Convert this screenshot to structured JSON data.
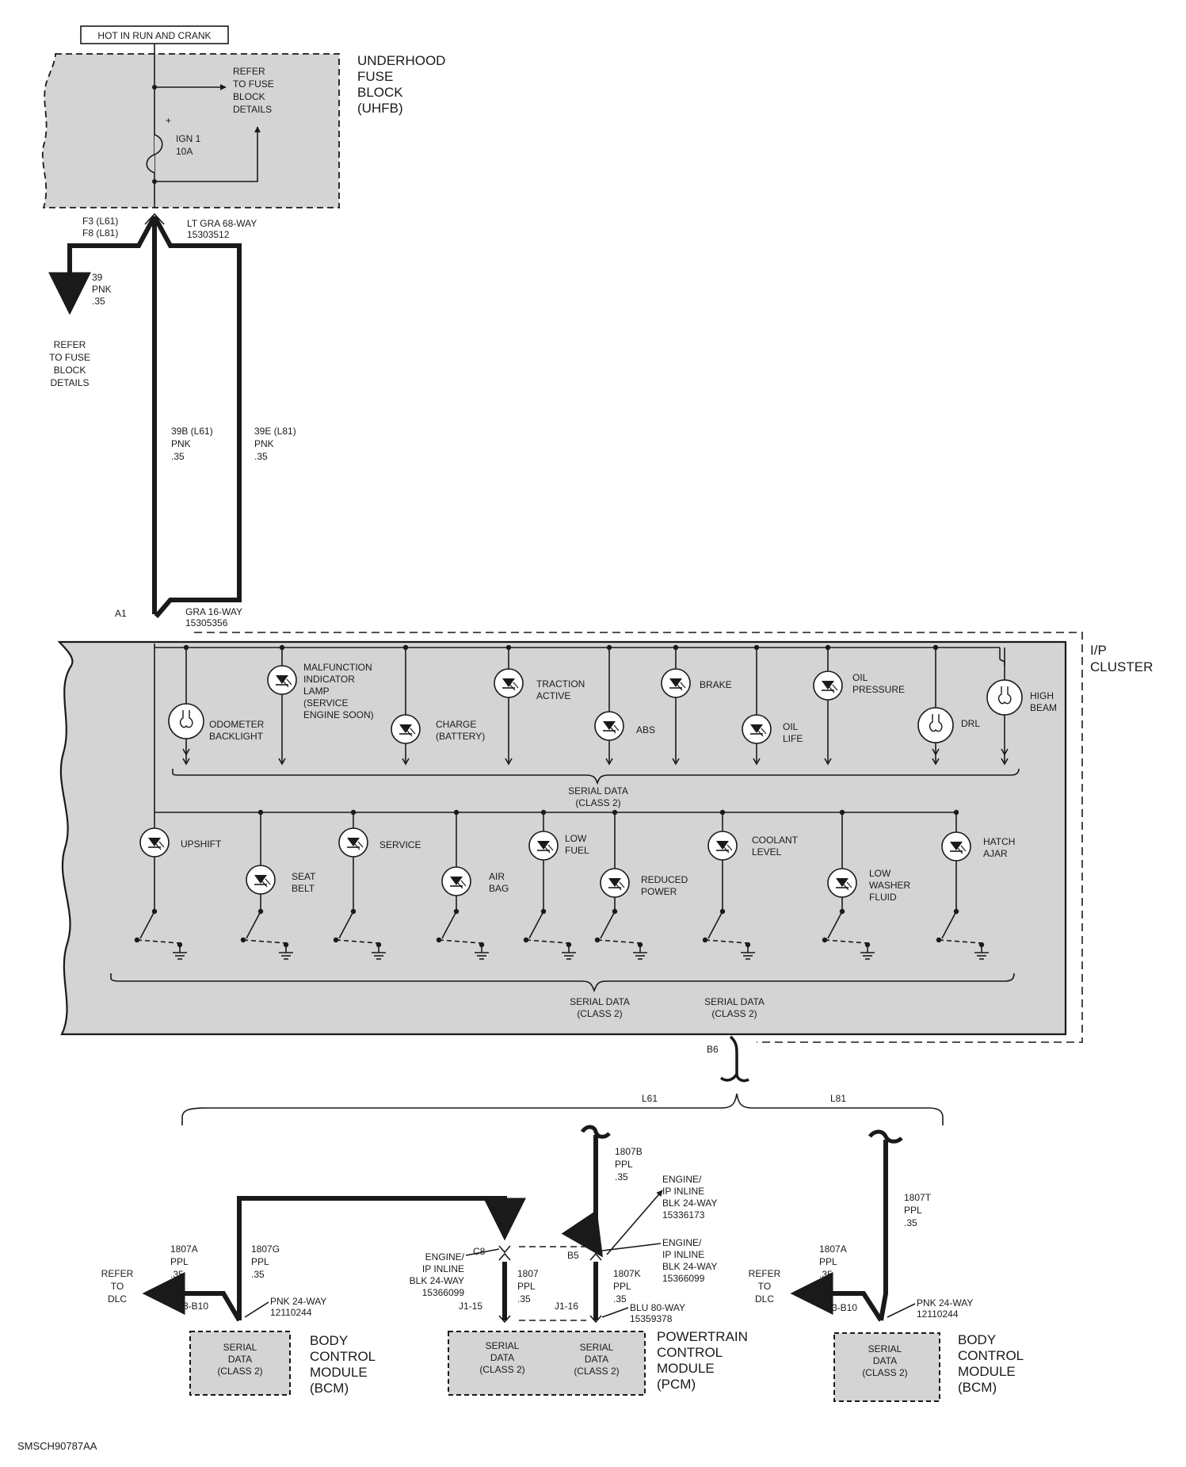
{
  "header_box": "HOT IN RUN AND CRANK",
  "uhfb": {
    "title": [
      "UNDERHOOD",
      "FUSE",
      "BLOCK",
      "(UHFB)"
    ],
    "refer": [
      "REFER",
      "TO FUSE",
      "BLOCK",
      "DETAILS"
    ],
    "fuse": [
      "IGN 1",
      "10A"
    ],
    "plus": "+"
  },
  "top_connector": {
    "pins": [
      "F3 (L61)",
      "F8 (L81)"
    ],
    "label": [
      "LT GRA 68-WAY",
      "15303512"
    ]
  },
  "wire_39": {
    "label": [
      "39",
      "PNK",
      ".35"
    ],
    "refer": [
      "REFER",
      "TO FUSE",
      "BLOCK",
      "DETAILS"
    ]
  },
  "wire_39b": [
    "39B (L61)",
    "PNK",
    ".35"
  ],
  "wire_39e": [
    "39E (L81)",
    "PNK",
    ".35"
  ],
  "cluster_connector": {
    "pin": "A1",
    "label": [
      "GRA 16-WAY",
      "15305356"
    ]
  },
  "cluster": {
    "title": [
      "I/P",
      "CLUSTER"
    ],
    "top_lamps": [
      {
        "id": "odometer",
        "label": [
          "ODOMETER",
          "BACKLIGHT"
        ]
      },
      {
        "id": "mil",
        "label": [
          "MALFUNCTION",
          "INDICATOR",
          "LAMP",
          "(SERVICE",
          "ENGINE SOON)"
        ]
      },
      {
        "id": "charge",
        "label": [
          "CHARGE",
          "(BATTERY)"
        ]
      },
      {
        "id": "traction",
        "label": [
          "TRACTION",
          "ACTIVE"
        ]
      },
      {
        "id": "abs",
        "label": [
          "ABS"
        ]
      },
      {
        "id": "brake",
        "label": [
          "BRAKE"
        ]
      },
      {
        "id": "oil-life",
        "label": [
          "OIL",
          "LIFE"
        ]
      },
      {
        "id": "oil-pressure",
        "label": [
          "OIL",
          "PRESSURE"
        ]
      },
      {
        "id": "drl",
        "label": [
          "DRL"
        ]
      },
      {
        "id": "high-beam",
        "label": [
          "HIGH",
          "BEAM"
        ]
      }
    ],
    "serial_top": [
      "SERIAL DATA",
      "(CLASS 2)"
    ],
    "bottom_lamps": [
      {
        "id": "upshift",
        "label": [
          "UPSHIFT"
        ]
      },
      {
        "id": "seat-belt",
        "label": [
          "SEAT",
          "BELT"
        ]
      },
      {
        "id": "service",
        "label": [
          "SERVICE"
        ]
      },
      {
        "id": "air-bag",
        "label": [
          "AIR",
          "BAG"
        ]
      },
      {
        "id": "low-fuel",
        "label": [
          "LOW",
          "FUEL"
        ]
      },
      {
        "id": "reduced-power",
        "label": [
          "REDUCED",
          "POWER"
        ]
      },
      {
        "id": "coolant-level",
        "label": [
          "COOLANT",
          "LEVEL"
        ]
      },
      {
        "id": "low-washer",
        "label": [
          "LOW",
          "WASHER",
          "FLUID"
        ]
      },
      {
        "id": "hatch-ajar",
        "label": [
          "HATCH",
          "AJAR"
        ]
      }
    ],
    "serial_bottom": [
      "SERIAL DATA",
      "(CLASS 2)"
    ],
    "serial_right": [
      "SERIAL DATA",
      "(CLASS 2)"
    ]
  },
  "b6": "B6",
  "options": {
    "l61": "L61",
    "l81": "L81"
  },
  "wire_1807b": [
    "1807B",
    "PPL",
    ".35"
  ],
  "engine_inline_top": [
    "ENGINE/",
    "IP INLINE",
    "BLK 24-WAY",
    "15336173"
  ],
  "b5": "B5",
  "c8": "C8",
  "engine_inline_left": [
    "ENGINE/",
    "IP INLINE",
    "BLK 24-WAY",
    "15366099"
  ],
  "engine_inline_right": [
    "ENGINE/",
    "IP INLINE",
    "BLK 24-WAY",
    "15366099"
  ],
  "wire_1807": [
    "1807",
    "PPL",
    ".35"
  ],
  "wire_1807k": [
    "1807K",
    "PPL",
    ".35"
  ],
  "j1_15": "J1-15",
  "j1_16": "J1-16",
  "blu_connector": [
    "BLU 80-WAY",
    "15359378"
  ],
  "wire_1807t": [
    "1807T",
    "PPL",
    ".35"
  ],
  "left_bcm": {
    "wire_a": [
      "1807A",
      "PPL",
      ".35"
    ],
    "wire_g": [
      "1807G",
      "PPL",
      ".35"
    ],
    "refer": [
      "REFER",
      "TO",
      "DLC"
    ],
    "pin": "J3-B10",
    "connector": [
      "PNK 24-WAY",
      "12110244"
    ],
    "box": [
      "SERIAL",
      "DATA",
      "(CLASS 2)"
    ],
    "title": [
      "BODY",
      "CONTROL",
      "MODULE",
      "(BCM)"
    ]
  },
  "pcm": {
    "box_left": [
      "SERIAL",
      "DATA",
      "(CLASS 2)"
    ],
    "box_right": [
      "SERIAL",
      "DATA",
      "(CLASS 2)"
    ],
    "title": [
      "POWERTRAIN",
      "CONTROL",
      "MODULE",
      "(PCM)"
    ]
  },
  "right_bcm": {
    "wire_a": [
      "1807A",
      "PPL",
      ".35"
    ],
    "refer": [
      "REFER",
      "TO",
      "DLC"
    ],
    "pin": "J3-B10",
    "connector": [
      "PNK 24-WAY",
      "12110244"
    ],
    "box": [
      "SERIAL",
      "DATA",
      "(CLASS 2)"
    ],
    "title": [
      "BODY",
      "CONTROL",
      "MODULE",
      "(BCM)"
    ]
  },
  "figure_id": "SMSCH90787AA"
}
